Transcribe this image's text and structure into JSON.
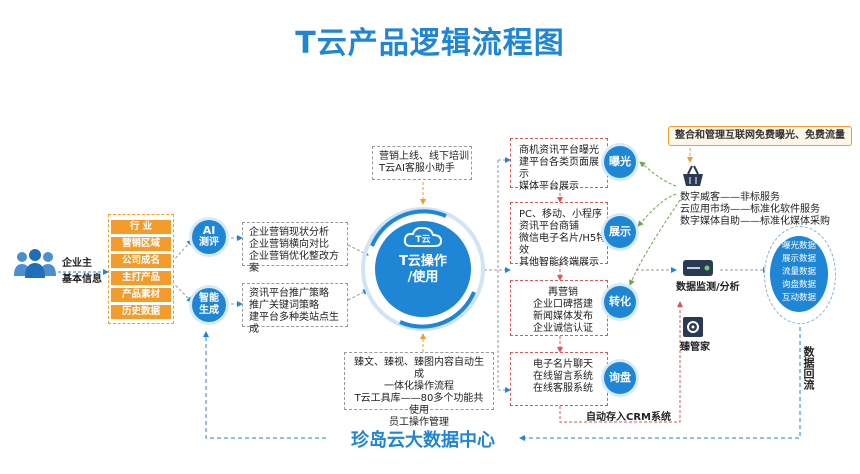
{
  "title": "T云产品逻辑流程图",
  "left": {
    "enterprise_label": "企业主",
    "base_info_label": "基本信息",
    "tags": [
      "行 业",
      "营销区域",
      "公司成名",
      "主打产品",
      "产品素材",
      "历史数据"
    ]
  },
  "nodes": {
    "ai_eval": [
      "AI",
      "测评"
    ],
    "smart_gen": [
      "智能",
      "生成"
    ]
  },
  "ai_eval_text": [
    "企业营销现状分析",
    "企业营销横向对比",
    "企业营销优化整改方案"
  ],
  "smart_gen_text": [
    "资讯平台推广策略",
    "推广关键词策略",
    "建平台多种类站点生成"
  ],
  "top_note": [
    "营销上线、线下培训",
    "T云AI客服小助手"
  ],
  "center": [
    "T云操作",
    "/使用"
  ],
  "center_logo_text": "T云",
  "bottom_note": [
    "臻文、臻视、臻图内容自动生成",
    "一体化操作流程",
    "T云工具库——80多个功能共使用",
    "员工操作管理"
  ],
  "stages": [
    {
      "badge": "曝光",
      "lines": [
        "商机资讯平台曝光",
        "建平台各类页面展示",
        "媒体平台展示"
      ]
    },
    {
      "badge": "展示",
      "lines": [
        "PC、移动、小程序",
        "资讯平台商铺",
        "微信电子名片/H5特效",
        "其他智能终端展示"
      ]
    },
    {
      "badge": "转化",
      "lines": [
        "再营销",
        "企业口碑搭建",
        "新闻媒体发布",
        "企业诚信认证"
      ]
    },
    {
      "badge": "询盘",
      "lines": [
        "电子名片聊天",
        "在线留言系统",
        "在线客服系统"
      ]
    }
  ],
  "crm_label": "自动存入CRM系统",
  "right": {
    "free_banner": "整合和管理互联网免费曝光、免费流量",
    "services": [
      "数字威客——非标服务",
      "云应用市场——标准化软件服务",
      "数字媒体自助——标准化媒体采购"
    ],
    "monitor_label": "数据监测/分析",
    "steward_label": "臻管家",
    "data_items": [
      "曝光数据",
      "展示数据",
      "流量数据",
      "询盘数据",
      "互动数据"
    ],
    "backflow_label": "数据回流"
  },
  "footer": "珍岛云大数据中心",
  "colors": {
    "blue": "#1f86d6",
    "orange": "#f39c2b",
    "red": "#e05555",
    "green": "#6aa84f"
  }
}
